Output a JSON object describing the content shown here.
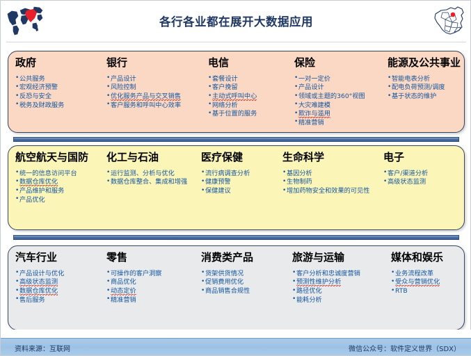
{
  "header": {
    "title": "各行各业都在展开大数据应用",
    "left_icon": "world-map-icon",
    "right_icon": "china-map-icon"
  },
  "panels": [
    {
      "id": "panel-industries-1",
      "color": "#fbd8c3",
      "columns": [
        {
          "title": "政府",
          "items": [
            {
              "text": "公共服务",
              "squiggly": false
            },
            {
              "text": "宏观经济预警",
              "squiggly": false
            },
            {
              "text": "反恐与安全",
              "squiggly": false
            },
            {
              "text": "税务及财政服务",
              "squiggly": false
            }
          ]
        },
        {
          "title": "银行",
          "items": [
            {
              "text": "产品设计",
              "squiggly": false
            },
            {
              "text": "风险控制",
              "squiggly": false
            },
            {
              "text": "优化服务产品与交叉销售",
              "squiggly": true
            },
            {
              "text": "客户服务和呼叫中心效率",
              "squiggly": false
            }
          ]
        },
        {
          "title": "电信",
          "items": [
            {
              "text": "套餐设计",
              "squiggly": false
            },
            {
              "text": "客户挽留",
              "squiggly": false
            },
            {
              "text": "主动式呼叫中心",
              "squiggly": true
            },
            {
              "text": "网络分析",
              "squiggly": false
            },
            {
              "text": "基于位置的服务",
              "squiggly": false
            }
          ]
        },
        {
          "title": "保险",
          "items": [
            {
              "text": "一对一定价",
              "squiggly": false
            },
            {
              "text": "产品设计",
              "squiggly": false
            },
            {
              "text": "领域或主题的360°视图",
              "squiggly": false
            },
            {
              "text": "大灾难建模",
              "squiggly": false
            },
            {
              "text": "欺诈与滥用",
              "squiggly": true
            },
            {
              "text": "精准营销",
              "squiggly": false
            }
          ]
        },
        {
          "title": "能源及公共事业",
          "items": [
            {
              "text": "智能电表分析",
              "squiggly": false
            },
            {
              "text": "配电负荷预测/调度",
              "squiggly": false
            },
            {
              "text": "基于状态的维护",
              "squiggly": false
            }
          ]
        }
      ]
    },
    {
      "id": "panel-industries-2",
      "color": "#fbf6b8",
      "columns": [
        {
          "title": "航空航天与国防",
          "items": [
            {
              "text": "统一的信息访问平台",
              "squiggly": false
            },
            {
              "text": "数据仓库优化",
              "squiggly": true
            },
            {
              "text": "产品维护和服务",
              "squiggly": false
            },
            {
              "text": "产品优化",
              "squiggly": false
            }
          ]
        },
        {
          "title": "化工与石油",
          "items": [
            {
              "text": "运行监测、分析与优化",
              "squiggly": false
            },
            {
              "text": "数据仓库整合、集成和增强",
              "squiggly": false
            }
          ]
        },
        {
          "title": "医疗保健",
          "items": [
            {
              "text": "流行病调查分析",
              "squiggly": false
            },
            {
              "text": "健康预警",
              "squiggly": false
            },
            {
              "text": "保健建议",
              "squiggly": false
            }
          ]
        },
        {
          "title": "生命科学",
          "items": [
            {
              "text": "基因分析",
              "squiggly": false
            },
            {
              "text": "生物制药",
              "squiggly": false
            },
            {
              "text": "增加药物安全和效果的可见性",
              "squiggly": false
            }
          ]
        },
        {
          "title": "电子",
          "items": [
            {
              "text": "客户/渠道分析",
              "squiggly": false
            },
            {
              "text": "高级状态监测",
              "squiggly": false
            }
          ]
        }
      ]
    },
    {
      "id": "panel-industries-3",
      "color": "#e8eaec",
      "columns": [
        {
          "title": "汽车行业",
          "items": [
            {
              "text": "产品设计与优化",
              "squiggly": false
            },
            {
              "text": "高级状态监测",
              "squiggly": true
            },
            {
              "text": "数据仓库优化",
              "squiggly": true
            },
            {
              "text": "售后服务",
              "squiggly": false
            }
          ]
        },
        {
          "title": "零售",
          "items": [
            {
              "text": "可操作的客户洞察",
              "squiggly": false
            },
            {
              "text": "商品优化",
              "squiggly": false
            },
            {
              "text": "动态定价",
              "squiggly": true
            },
            {
              "text": "精准营销",
              "squiggly": false
            }
          ]
        },
        {
          "title": "消费类产品",
          "items": [
            {
              "text": "货架供货情况",
              "squiggly": false
            },
            {
              "text": "促销费用优化",
              "squiggly": false
            },
            {
              "text": "商品销售合规性",
              "squiggly": false
            }
          ]
        },
        {
          "title": "旅游与运输",
          "items": [
            {
              "text": "客户分析和忠诚度营销",
              "squiggly": false
            },
            {
              "text": "预测性维护分析",
              "squiggly": true
            },
            {
              "text": "路径优化",
              "squiggly": false
            },
            {
              "text": "能耗分析",
              "squiggly": false
            }
          ]
        },
        {
          "title": "媒体和娱乐",
          "items": [
            {
              "text": "业务流程改革",
              "squiggly": false
            },
            {
              "text": "受众与营销优化",
              "squiggly": true
            },
            {
              "text": "RTB",
              "squiggly": false
            }
          ]
        }
      ]
    }
  ],
  "footer": {
    "source": "资料来源：互联网",
    "account": "微信公众号：软件定义世界（SDX）"
  }
}
